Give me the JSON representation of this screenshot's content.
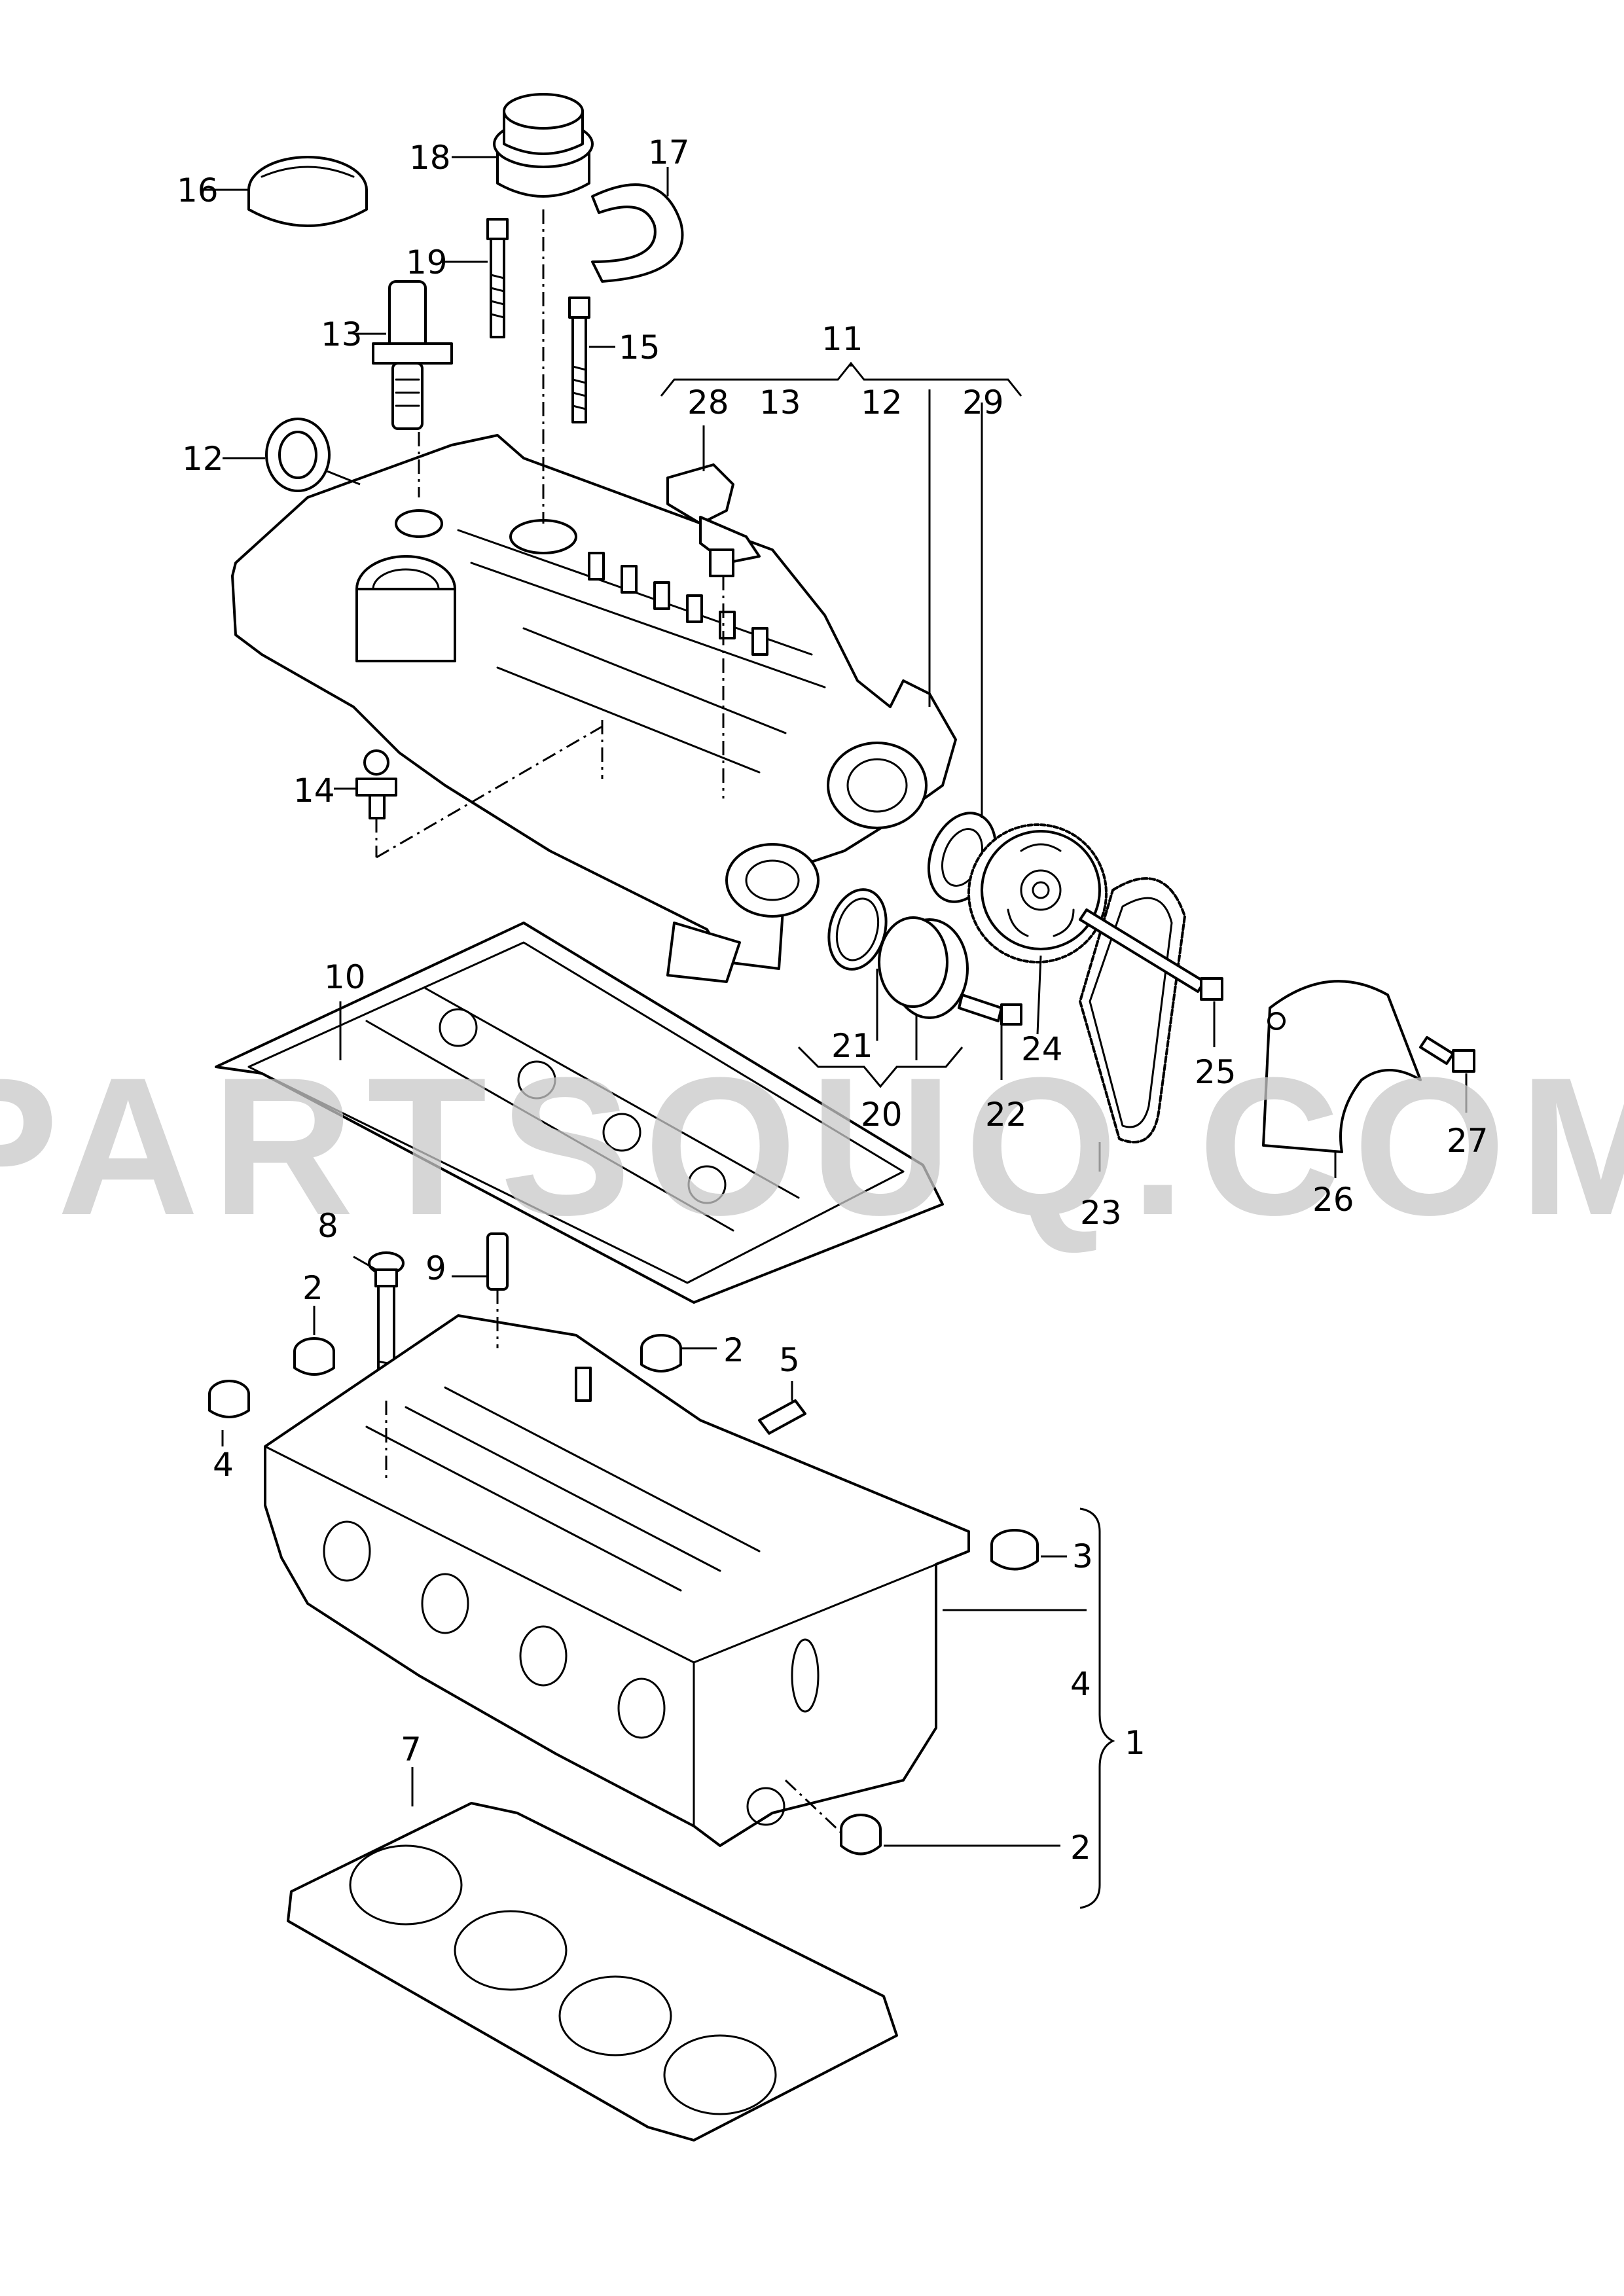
{
  "watermark": "PARTSOUQ.COM",
  "callouts": {
    "c1": "1",
    "c2a": "2",
    "c2b": "2",
    "c2c": "2",
    "c3": "3",
    "c4a": "4",
    "c4b": "4",
    "c5": "5",
    "c7": "7",
    "c8": "8",
    "c9": "9",
    "c10": "10",
    "c11": "11",
    "c12": "12",
    "c12b": "12",
    "c13": "13",
    "c13b": "13",
    "c14": "14",
    "c15": "15",
    "c16": "16",
    "c17": "17",
    "c18": "18",
    "c19": "19",
    "c20": "20",
    "c21": "21",
    "c22": "22",
    "c23": "23",
    "c24": "24",
    "c25": "25",
    "c26": "26",
    "c27": "27",
    "c28": "28",
    "c29": "29"
  }
}
